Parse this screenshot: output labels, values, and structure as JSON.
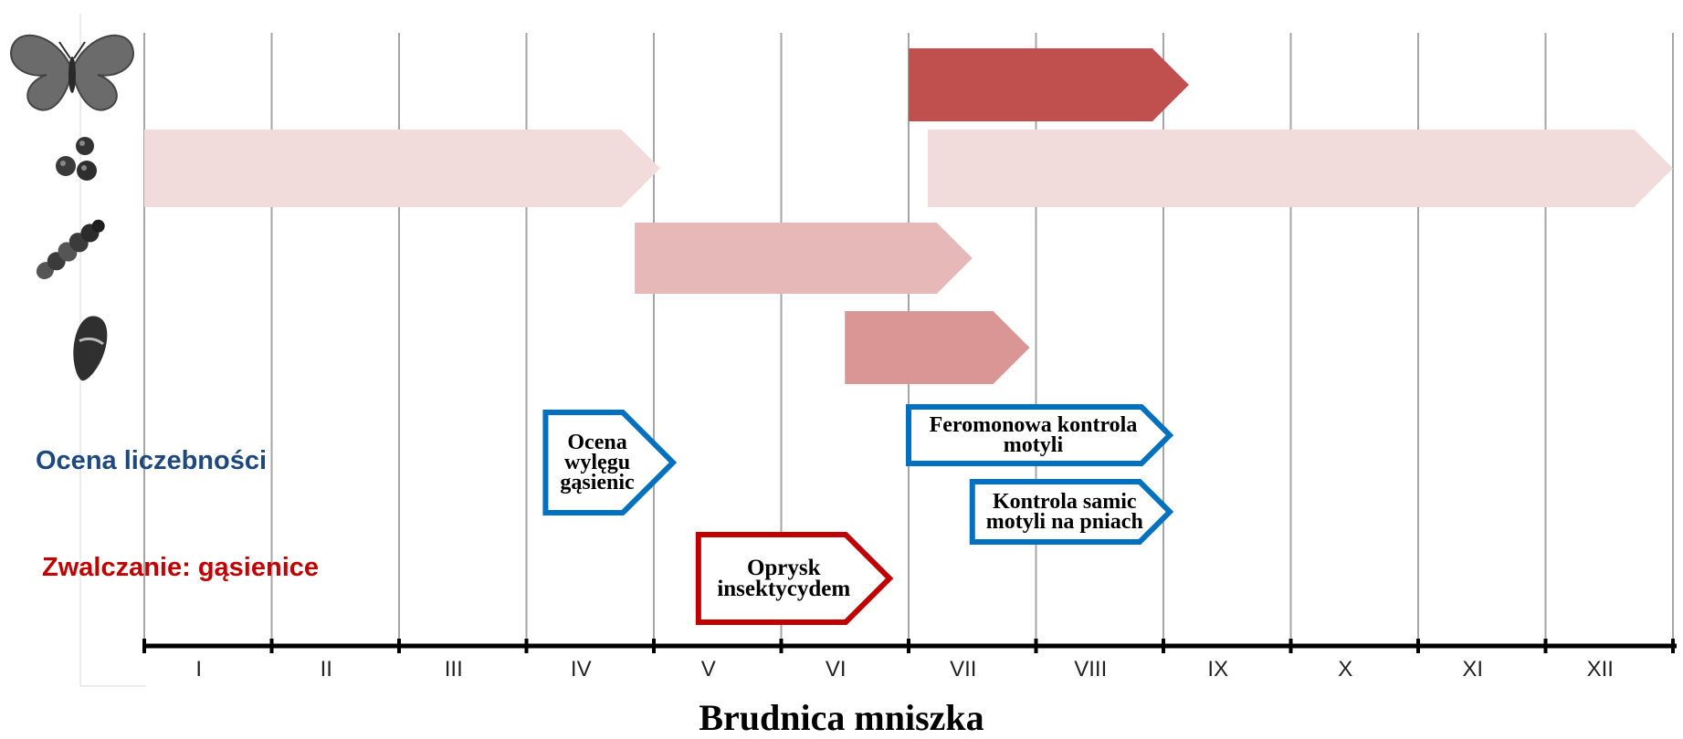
{
  "title": "Brudnica mniszka",
  "row_labels": {
    "assessment": "Ocena liczebności",
    "control": "Zwalczanie: gąsienice"
  },
  "colors": {
    "assessment_label": "#1f497d",
    "control_label": "#c00000",
    "assessment_outline": "#0070c0",
    "control_outline": "#c00000",
    "adult_bar": "#c0504d",
    "egg_bar": "#f2dcdb",
    "larva_bar": "#e6b9b8",
    "pupa_bar": "#d99694",
    "grid": "#a6a6a6",
    "axis": "#000000"
  },
  "stage_icons": [
    "moth-icon",
    "eggs-icon",
    "caterpillar-icon",
    "pupa-icon"
  ],
  "months": [
    "I",
    "II",
    "III",
    "IV",
    "V",
    "VI",
    "VII",
    "VIII",
    "IX",
    "X",
    "XI",
    "XII"
  ],
  "chart_data": {
    "type": "gantt",
    "x_unit": "month",
    "x_range": [
      1,
      13
    ],
    "stage_bars": [
      {
        "stage": "moth-icon",
        "start": 7.0,
        "end": 9.2
      },
      {
        "stage": "eggs-icon",
        "start": 1.0,
        "end": 5.05
      },
      {
        "stage": "eggs-icon",
        "start": 7.15,
        "end": 13.0
      },
      {
        "stage": "caterpillar-icon",
        "start": 4.85,
        "end": 7.5
      },
      {
        "stage": "pupa-icon",
        "start": 6.5,
        "end": 7.95
      }
    ],
    "actions": [
      {
        "group": "assessment",
        "lines": [
          "Ocena",
          "wylęgu",
          "gąsienic"
        ],
        "start": 4.15,
        "end": 5.15
      },
      {
        "group": "assessment",
        "lines": [
          "Feromonowa kontrola",
          "motyli"
        ],
        "start": 7.0,
        "end": 9.05
      },
      {
        "group": "assessment",
        "lines": [
          "Kontrola samic",
          "motyli na pniach"
        ],
        "start": 7.5,
        "end": 9.05
      },
      {
        "group": "control",
        "lines": [
          "Oprysk",
          "insektycydem"
        ],
        "start": 5.35,
        "end": 6.85
      }
    ]
  }
}
